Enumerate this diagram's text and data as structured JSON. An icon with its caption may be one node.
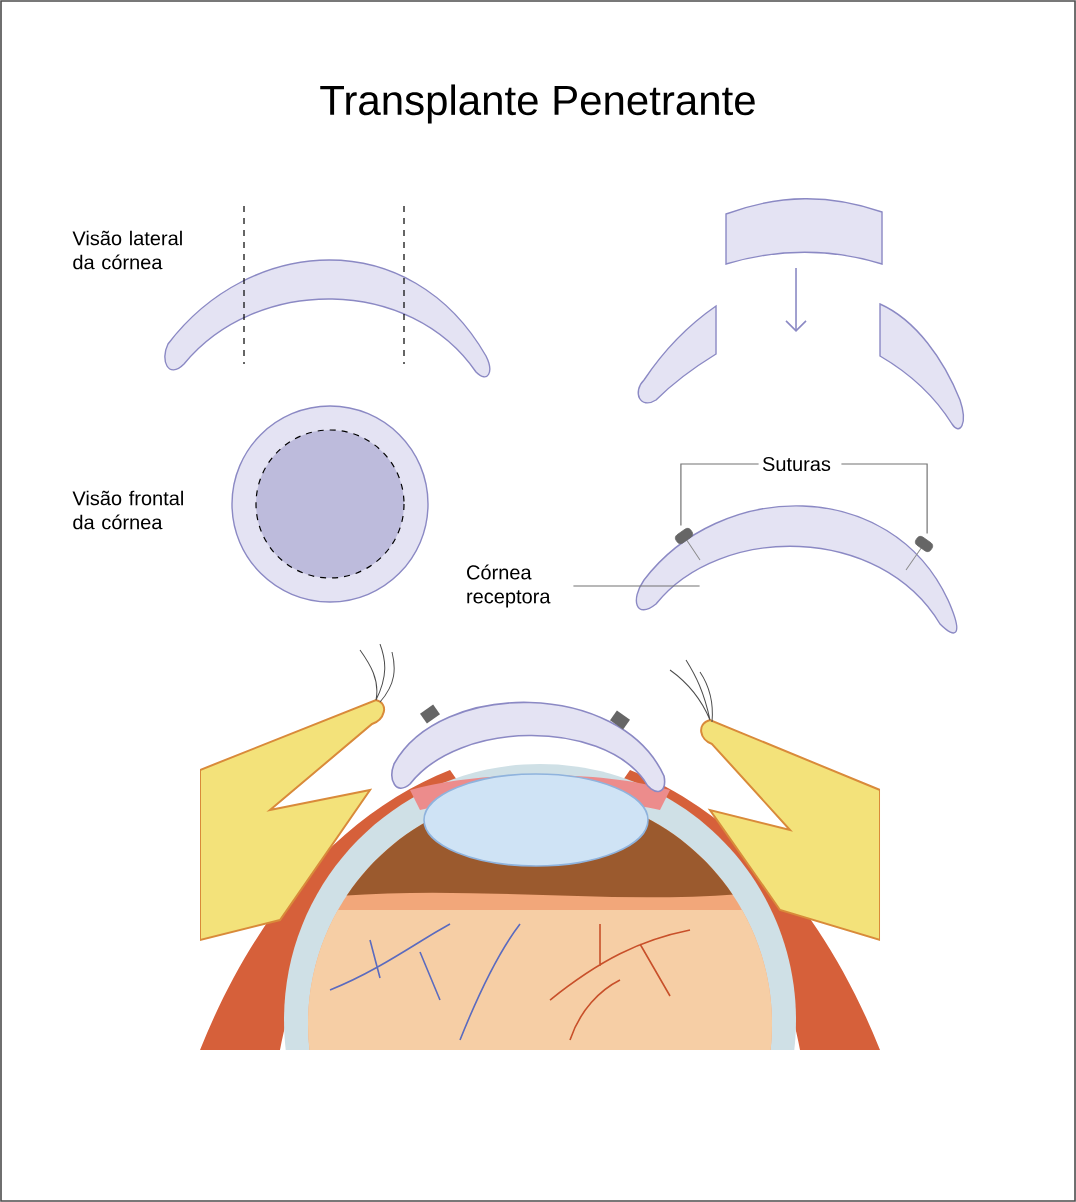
{
  "diagram": {
    "title": "Transplante Penetrante",
    "nodes": [
      {
        "text": [
          "Suturas"
        ]
      },
      {
        "text": [],
        "shape": "box"
      },
      {
        "text": [],
        "shape": "box"
      },
      {
        "text": [
          "Córnea receptora"
        ]
      },
      {
        "text": [],
        "shape": "picture"
      }
    ],
    "edges": [
      {
        "from": 0,
        "to": 1,
        "arrow": "none"
      },
      {
        "from": 0,
        "to": 2,
        "arrow": "none"
      },
      {
        "from": 3,
        "to": 4,
        "arrow": "none"
      }
    ],
    "labels": [
      "Visão lateral da córnea",
      "Visão frontal da córnea"
    ]
  }
}
